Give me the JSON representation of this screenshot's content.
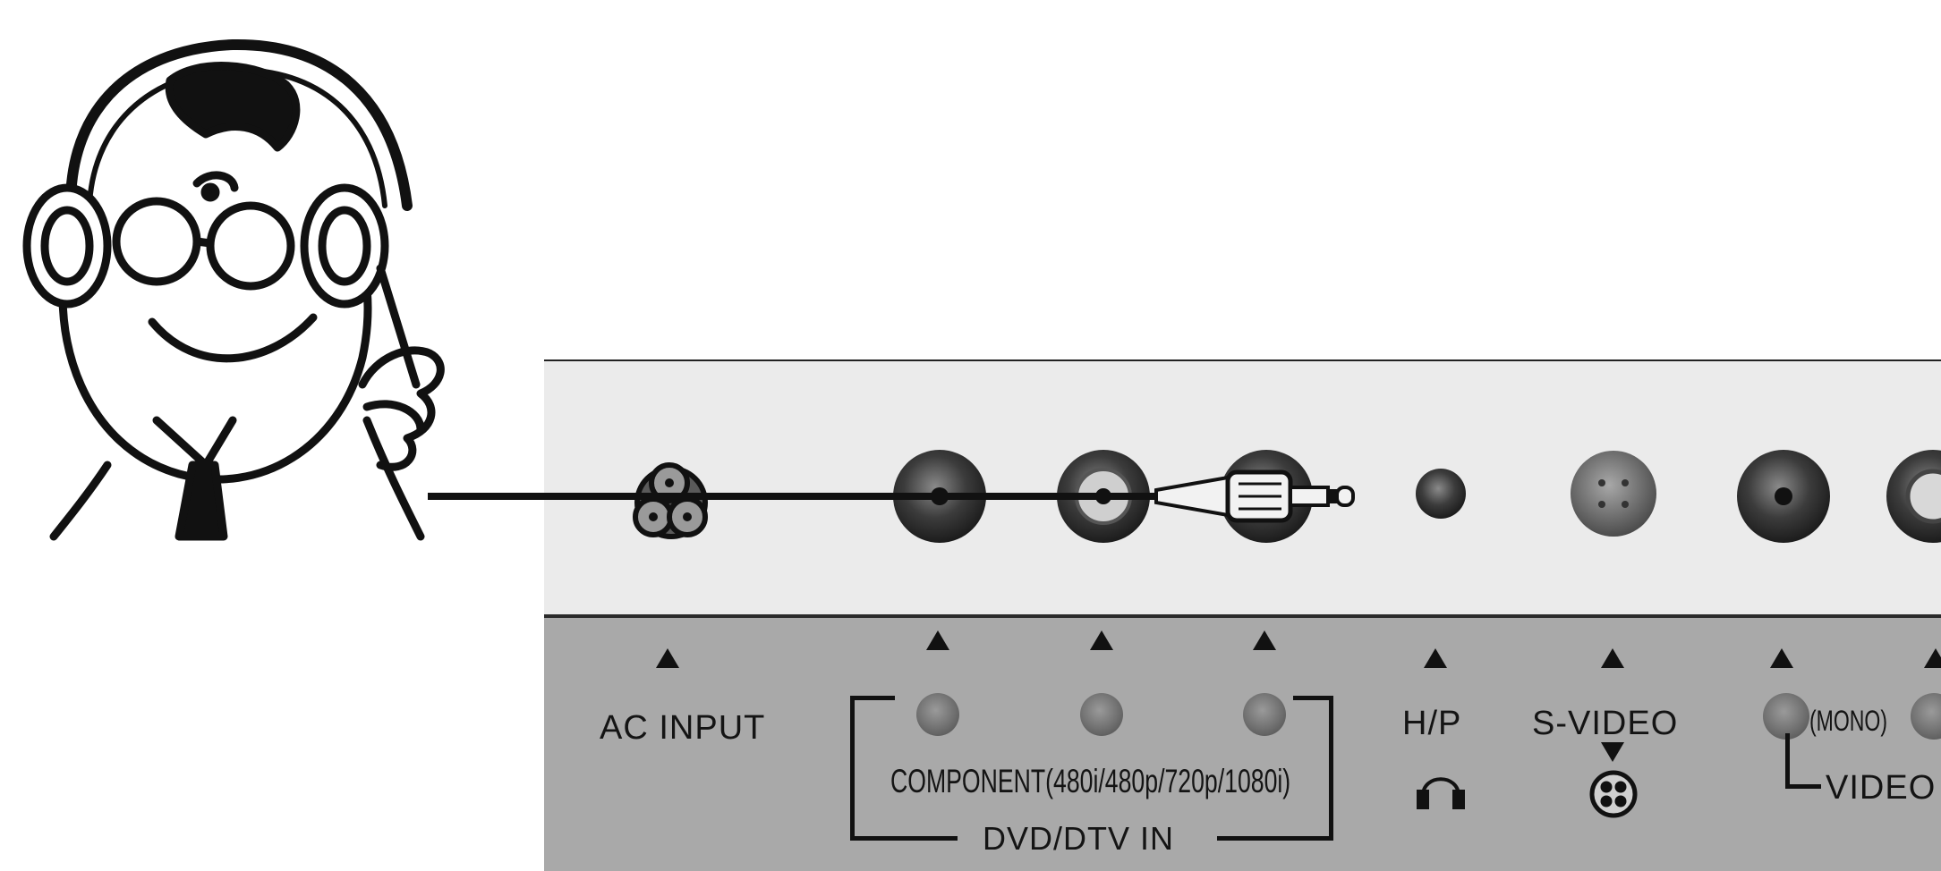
{
  "labels": {
    "ac_input": "AC INPUT",
    "component": "COMPONENT(480i/480p/720p/1080i)",
    "dvd_dtv_in": "DVD/DTV IN",
    "hp": "H/P",
    "s_video": "S-VIDEO",
    "mono": "(MONO)",
    "video": "VIDEO"
  },
  "colors": {
    "jack_panel": "#ebebeb",
    "label_panel": "#a9a9a9",
    "ink": "#111111"
  },
  "icons": [
    "headphone-user-illustration",
    "ac-power-socket-icon",
    "component-jack-icon",
    "headphone-plug-icon",
    "headphone-jack-icon",
    "s-video-jack-icon",
    "rca-jack-icon",
    "headphone-icon",
    "s-video-symbol-icon"
  ]
}
